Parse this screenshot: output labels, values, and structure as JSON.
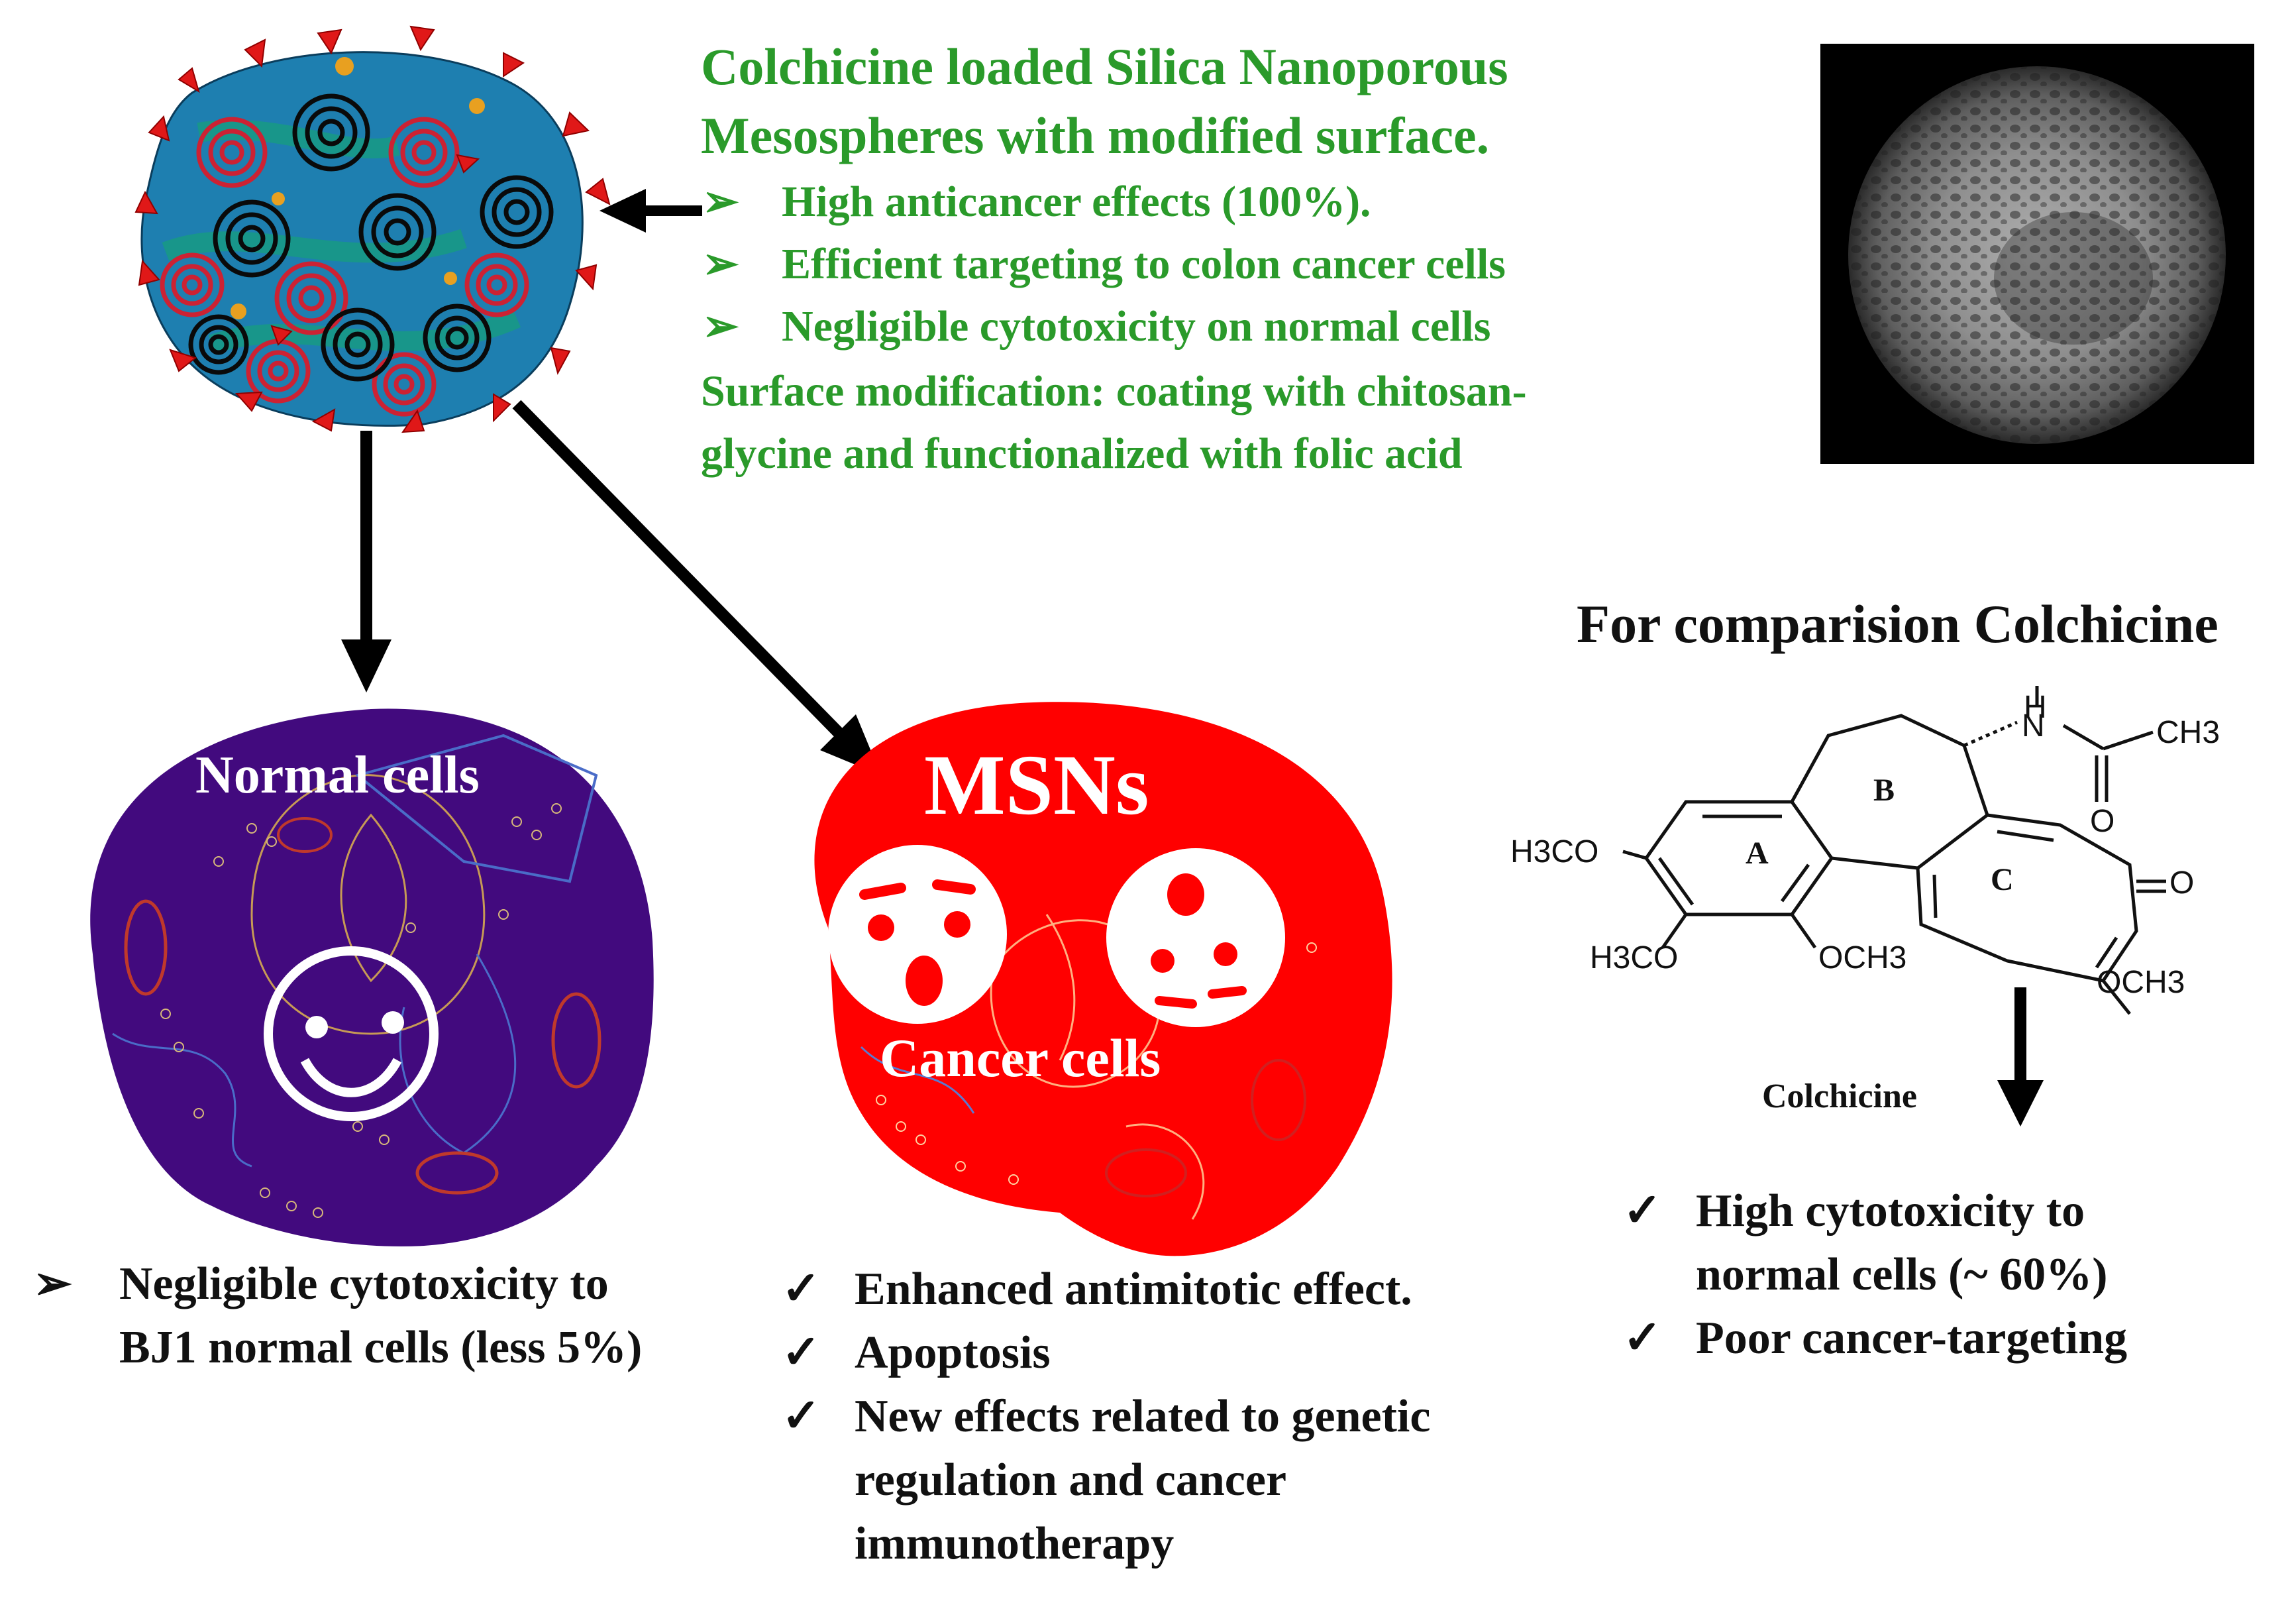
{
  "nanoparticle": {
    "title_line1": "Colchicine loaded Silica Nanoporous",
    "title_line2": "Mesospheres with modified surface.",
    "bullet_marker": "➢",
    "features": [
      "High anticancer effects (100%).",
      "Efficient targeting to colon cancer cells",
      "Negligible cytotoxicity on normal cells"
    ],
    "modification_line1": "Surface modification: coating with chitosan-",
    "modification_line2": "glycine and functionalized with folic acid"
  },
  "normal_cell": {
    "label": "Normal cells",
    "effect_marker": "➢",
    "effect_line1": "Negligible cytotoxicity to",
    "effect_line2": "BJ1 normal cells (less 5%)"
  },
  "cancer_cell": {
    "msn_label": "MSNs",
    "label": "Cancer cells",
    "check_marker": "✓",
    "effects": [
      "Enhanced antimitotic effect.",
      "Apoptosis",
      "New effects related to genetic",
      "regulation and cancer",
      "immunotherapy"
    ]
  },
  "comparison": {
    "heading": "For comparision Colchicine",
    "molecule_name": "Colchicine",
    "ring_labels": [
      "A",
      "B",
      "C"
    ],
    "substituents": {
      "h3co_1": "H3CO",
      "h3co_2": "H3CO",
      "och3_1": "OCH3",
      "och3_2": "OCH3",
      "nh": "H",
      "n": "N",
      "ch3": "CH3",
      "o_amide": "O",
      "o_ketone": "O"
    },
    "check_marker": "✓",
    "effect_line1": "High cytotoxicity to",
    "effect_line2": "normal cells (~ 60%)",
    "effect_line3": "Poor cancer-targeting"
  },
  "colors": {
    "title_green": "#2a9a2a",
    "normal_cell": "#420a7e",
    "cancer_cell": "#ff0000",
    "arrow": "#000000"
  }
}
